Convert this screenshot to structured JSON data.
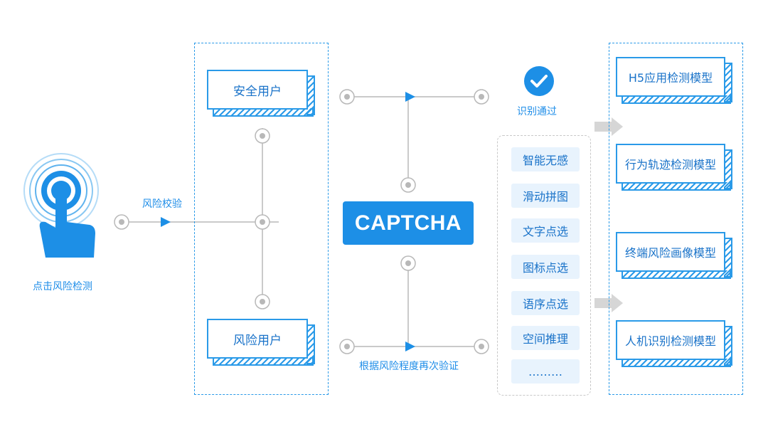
{
  "diagram": {
    "click_label": "点击风险检测",
    "risk_check_label": "风险校验",
    "safe_user": "安全用户",
    "risk_user": "风险用户",
    "captcha": "CAPTCHA",
    "pass_label": "识别通过",
    "reverify_label": "根据风险程度再次验证",
    "methods": [
      "智能无感",
      "滑动拼图",
      "文字点选",
      "图标点选",
      "语序点选",
      "空间推理",
      "………"
    ],
    "models": [
      "H5应用检测模型",
      "行为轨迹检测模型",
      "终端风险画像模型",
      "人机识别检测模型"
    ],
    "colors": {
      "primary": "#1d8fe6",
      "line": "#b8b8b8",
      "pill_bg": "#e8f3fd"
    }
  }
}
